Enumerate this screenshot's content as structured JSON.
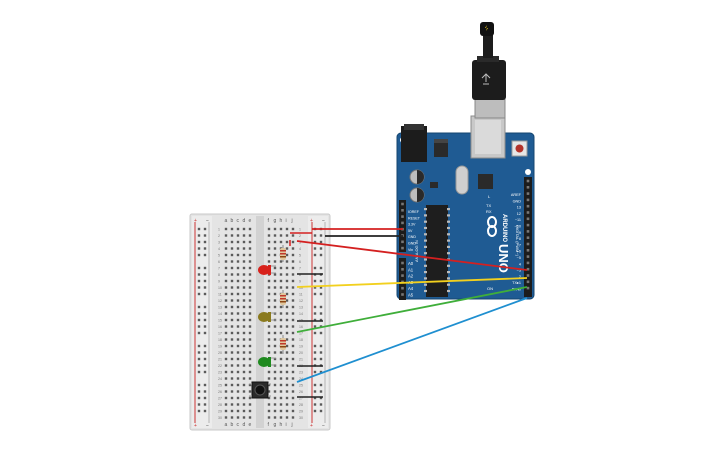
{
  "breadboard": {
    "column_letters_left": [
      "a",
      "b",
      "c",
      "d",
      "e"
    ],
    "column_letters_right": [
      "f",
      "g",
      "h",
      "i",
      "j"
    ],
    "rail_plus": "+",
    "rail_minus": "−",
    "row_numbers": [
      "1",
      "2",
      "3",
      "4",
      "5",
      "6",
      "7",
      "8",
      "9",
      "10",
      "11",
      "12",
      "13",
      "14",
      "15",
      "16",
      "17",
      "18",
      "19",
      "20",
      "21",
      "22",
      "23",
      "24",
      "25",
      "26",
      "27",
      "28",
      "29",
      "30"
    ]
  },
  "arduino": {
    "logo_text": "ARDUINO",
    "model_text": "UNO",
    "power_header_labels": [
      "IOREF",
      "RESET",
      "3.3V",
      "5V",
      "GND",
      "GND",
      "Vin"
    ],
    "analog_header_title": "ANALOG IN",
    "analog_labels": [
      "A0",
      "A1",
      "A2",
      "A3",
      "A4",
      "A5"
    ],
    "digital_labels": [
      "AREF",
      "GND",
      "13",
      "12",
      "~11",
      "~10",
      "~9",
      "8",
      "7",
      "~6",
      "~5",
      "4",
      "~3",
      "2",
      "TX▸1",
      "RX◂0"
    ],
    "digital_title": "DIGITAL (PWM~)",
    "tx_label": "TX",
    "rx_label": "RX",
    "l_label": "L",
    "on_label": "ON"
  },
  "components": {
    "leds": [
      {
        "name": "red-led",
        "color": "#d8211b"
      },
      {
        "name": "yellow-led",
        "color": "#8a7a1e"
      },
      {
        "name": "green-led",
        "color": "#1f8a1f"
      }
    ],
    "wire_colors": {
      "red": "#d42020",
      "black": "#222222",
      "yellow": "#f2d01e",
      "green": "#3fae3a",
      "blue": "#1f8fd0"
    }
  }
}
